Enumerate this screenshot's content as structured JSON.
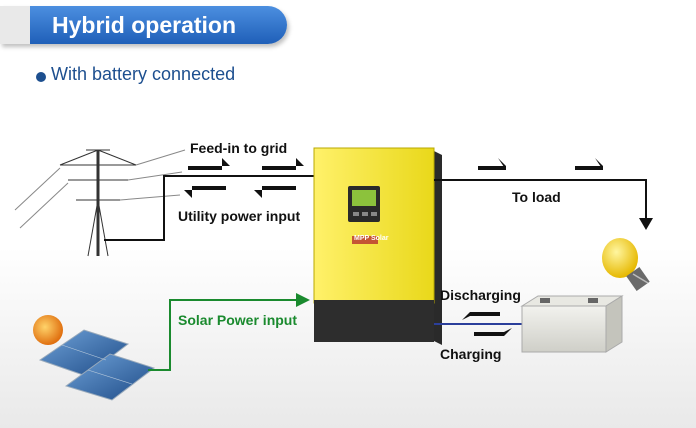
{
  "header": {
    "title": "Hybrid operation"
  },
  "subtitle": "With battery connected",
  "labels": {
    "feed_in": "Feed-in to grid",
    "utility_input": "Utility power input",
    "to_load": "To load",
    "solar_input": "Solar Power input",
    "discharging": "Discharging",
    "charging": "Charging"
  },
  "inverter_brand": "MPP Solar",
  "colors": {
    "title_blue": "#2a6fcc",
    "subtitle_blue": "#1d4f8f",
    "inverter_yellow": "#f3e92a",
    "solar_line_green": "#1a8a2e",
    "battery_line_blue": "#2b3f9b",
    "wire_black": "#111111"
  },
  "icons": [
    "power-pylon-icon",
    "inverter-icon",
    "light-bulb-icon",
    "solar-panel-icon",
    "sun-icon",
    "battery-icon"
  ]
}
